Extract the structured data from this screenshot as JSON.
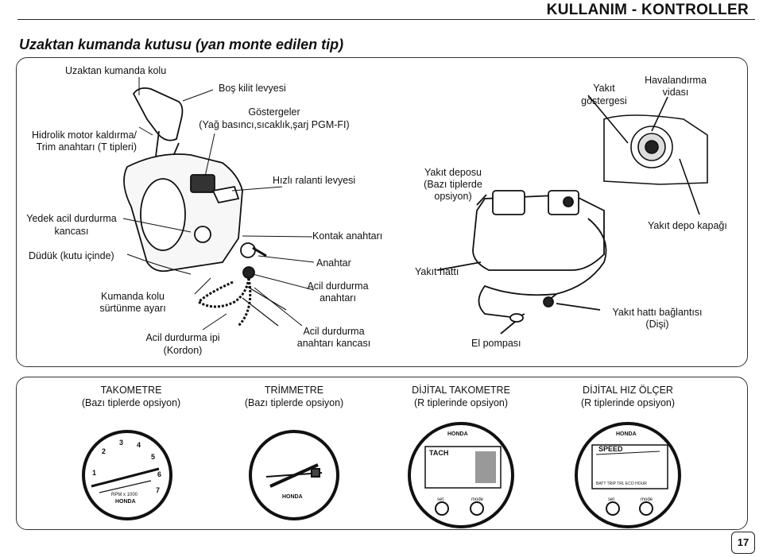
{
  "header": {
    "title": "KULLANIM - KONTROLLER"
  },
  "section": {
    "title": "Uzaktan kumanda kutusu (yan monte edilen tip)"
  },
  "remote_labels": {
    "lever": "Uzaktan kumanda kolu",
    "trim_switch_1": "Hidrolik motor kaldırma/",
    "trim_switch_2": "Trim anahtarı (T tipleri)",
    "neutral_release": "Boş kilit levyesi",
    "indicators_1": "Göstergeler",
    "indicators_2": "(Yağ basıncı,sıcaklık,şarj PGM-FI)",
    "fast_idle": "Hızlı ralanti levyesi",
    "spare_clip_1": "Yedek acil durdurma",
    "spare_clip_2": "kancası",
    "ignition_switch": "Kontak anahtarı",
    "buzzer": "Düdük (kutu içinde)",
    "key": "Anahtar",
    "friction_1": "Kumanda kolu",
    "friction_2": "sürtünme ayarı",
    "stop_switch_1": "Acil durdurma",
    "stop_switch_2": "anahtarı",
    "lanyard_1": "Acil durdurma ipi",
    "lanyard_2": "(Kordon)",
    "stop_clip_1": "Acil durdurma",
    "stop_clip_2": "anahtarı kancası"
  },
  "tank_labels": {
    "fuel_gauge_1": "Yakıt",
    "fuel_gauge_2": "göstergesi",
    "vent_1": "Havalandırma",
    "vent_2": "vidası",
    "tank_1": "Yakıt deposu",
    "tank_2": "(Bazı tiplerde",
    "tank_3": "opsiyon)",
    "cap": "Yakıt depo kapağı",
    "line": "Yakıt hattı",
    "connector_1": "Yakıt hattı bağlantısı",
    "connector_2": "(Dişi)",
    "primer": "El pompası"
  },
  "gauges": [
    {
      "name": "TAKOMETRE",
      "note": "(Bazı tiplerde opsiyon)"
    },
    {
      "name": "TRİMMETRE",
      "note": "(Bazı tiplerde opsiyon)"
    },
    {
      "name": "DİJİTAL TAKOMETRE",
      "note": "(R tiplerinde opsiyon)"
    },
    {
      "name": "DİJİTAL HIZ ÖLÇER",
      "note": "(R tiplerinde opsiyon)"
    }
  ],
  "tach_face": {
    "numbers": [
      "1",
      "2",
      "3",
      "4",
      "5",
      "6",
      "7"
    ],
    "unit": "RPM x 1000",
    "brand": "HONDA"
  },
  "trim_face": {
    "brand": "HONDA"
  },
  "digital_tach_face": {
    "brand": "HONDA",
    "mode": "TACH",
    "btn_set": "set",
    "btn_mode": "mode"
  },
  "digital_speed_face": {
    "brand": "HONDA",
    "mode": "SPEED",
    "strip": "BATT TRIP TRL ECO HOUR",
    "btn_set": "set",
    "btn_mode": "mode"
  },
  "page": {
    "number": "17"
  }
}
